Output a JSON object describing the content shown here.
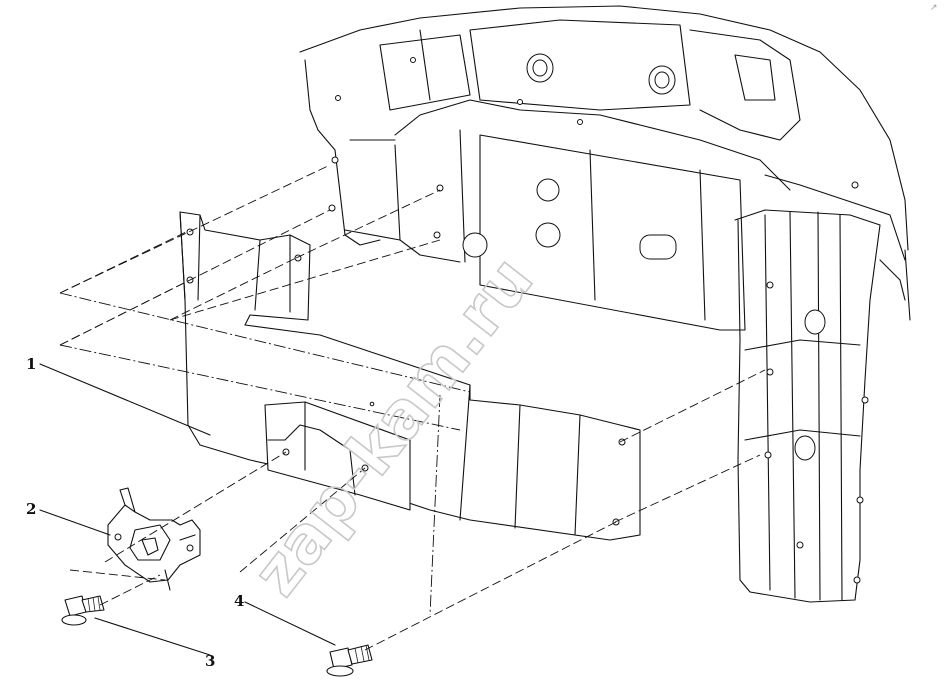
{
  "watermark": "zap-kam.ru",
  "corner_mark": "↗",
  "callouts": [
    {
      "id": "1",
      "label": "1"
    },
    {
      "id": "2",
      "label": "2"
    },
    {
      "id": "3",
      "label": "3"
    },
    {
      "id": "4",
      "label": "4"
    }
  ],
  "colors": {
    "line": "#111111",
    "watermark": "#c8c8c8",
    "background": "#ffffff"
  }
}
